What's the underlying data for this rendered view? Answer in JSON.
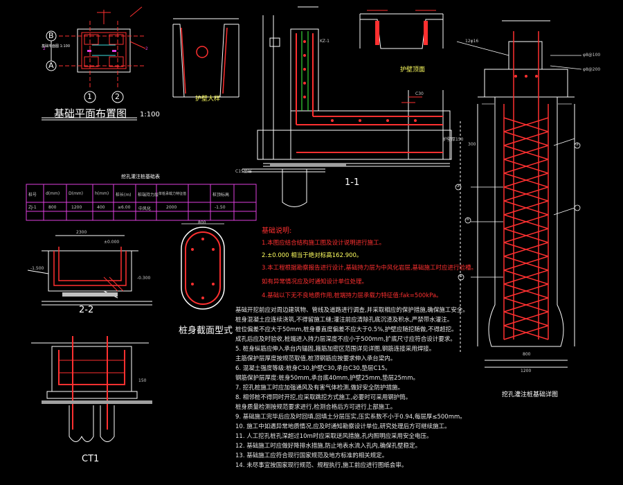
{
  "titles": {
    "plan": "基础平面布置图",
    "plan_scale": "1:100",
    "wall_big": "护壁大样",
    "wall_top": "护壁顶面",
    "section_11": "1-1",
    "section_22": "2-2",
    "pile_section": "桩身截面型式",
    "ct1": "CT1",
    "pile_detail": "挖孔灌注桩基础详图",
    "table_title": "挖孔灌注桩基础表"
  },
  "axes": {
    "B": "B",
    "A": "A",
    "n1": "1",
    "n2": "2"
  },
  "table": {
    "headers": [
      "桩号",
      "d(mm)",
      "D(mm)",
      "h(mm)",
      "桩长(m)",
      "桩端持力层",
      "单桩承载力特征值",
      "桩顶标高"
    ],
    "rows": [
      [
        "ZJ-1",
        "800",
        "1200",
        "400",
        "≥6.00",
        "中风化",
        "2000",
        "-1.50"
      ]
    ]
  },
  "notes_red": {
    "heading": "基础说明:",
    "n1": "1.本图应结合结构施工图及设计说明进行施工。",
    "n2": "2.±0.000 相当于绝对标高162.900。",
    "n3": "3.本工程根据勘察报告进行设计,基础持力层为中风化岩层,基础施工时应进行验槽。",
    "n3b": "如有异常情况应及时通知设计单位处理。",
    "n4": "4.基础以下无不良地质作用,桩端持力层承载力特征值:fak=500kPa。"
  },
  "notes_white": [
    "基础开挖前应对周边建筑物、管线及道路进行调查,并采取相应的保护措施,确保施工安全。",
    "桩身混凝土应连续浇筑,不得留施工缝;灌注前应清除孔底沉渣及积水,严禁带水灌注。",
    "桩位偏差不应大于50mm,桩身垂直度偏差不应大于0.5%,护壁应随挖随做,不得超挖。",
    "成孔后应及时验收,桩端进入持力层深度不应小于500mm,扩底尺寸应符合设计要求。",
    "5. 桩身纵筋应伸入承台内锚固,箍筋加密区范围详见详图,钢筋连接采用焊接。",
    "   主筋保护层厚度按规范取值,桩顶钢筋应按要求伸入承台梁内。",
    "6. 混凝土强度等级:桩身C30,护壁C30,承台C30,垫层C15。",
    "   钢筋保护层厚度:桩身50mm,承台底40mm,护壁25mm,垫层25mm。",
    "7. 挖孔桩施工时应加强通风及有害气体检测,做好安全防护措施。",
    "8. 相邻桩不得同时开挖,应采取跳挖方式施工,必要时可采用钢护筒。",
    "   桩身质量检测按规范要求进行,检测合格后方可进行上部施工。",
    "9. 基础施工完毕后应及时回填,回填土分层压实,压实系数不小于0.94,每层厚≤500mm。",
    "10. 施工中如遇异常地质情况,应及时通知勘察设计单位,研究处理后方可继续施工。",
    "11. 人工挖孔桩孔深超过10m时应采取送风措施,孔内照明应采用安全电压。",
    "12. 基础施工时应做好降排水措施,防止地表水流入孔内,确保孔壁稳定。",
    "13. 基础施工应符合现行国家规范及地方标准的相关规定。",
    "14. 未尽事宜按国家现行规范、规程执行,施工前应进行图纸会审。"
  ],
  "dims": {
    "d1": "800",
    "d2": "1200",
    "d3": "2300",
    "d4": "300",
    "d5": "150",
    "elev1": "-1.500",
    "elev2": "±0.000",
    "elev3": "-0.300"
  },
  "labels": {
    "kz1": "KZ-1",
    "c30": "C30",
    "c15": "C15垫层",
    "l1": "③",
    "l2": "④",
    "l3": "②",
    "l4": "⑤",
    "callout_a": "φ8@100",
    "callout_b": "φ8@200",
    "callout_c": "12φ16",
    "callout_d": "护壁厚150"
  },
  "colors": {
    "bg": "#000000",
    "red": "#ff3030",
    "white": "#ffffff",
    "yellow": "#ffff60",
    "magenta": "#e040e0",
    "cyan": "#40e0e0",
    "green": "#40ff40",
    "gray": "#a0a0a0"
  }
}
